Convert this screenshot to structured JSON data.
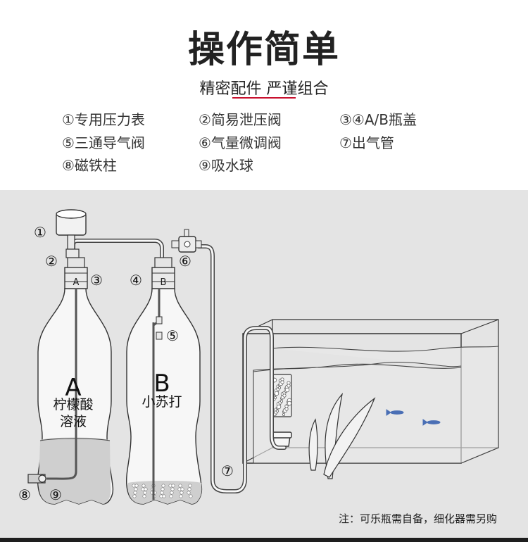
{
  "header": {
    "title": "操作简单",
    "subtitle": "精密配件 严谨组合"
  },
  "parts": [
    "①专用压力表",
    "②简易泄压阀",
    "③④A/B瓶盖",
    "⑤三通导气阀",
    "⑥气量微调阀",
    "⑦出气管",
    "⑧磁铁柱",
    "⑨吸水球"
  ],
  "diagram": {
    "callouts": [
      "①",
      "②",
      "③",
      "④",
      "⑤",
      "⑥",
      "⑦",
      "⑧",
      "⑨"
    ],
    "bottle_a": {
      "letter": "A",
      "label_line1": "柠檬酸",
      "label_line2": "溶液",
      "cap_mark": "A"
    },
    "bottle_b": {
      "letter": "B",
      "label": "小苏打",
      "cap_mark": "B"
    },
    "note": "注：可乐瓶需自备，细化器需另购"
  },
  "colors": {
    "panel_bg": "#e4e4e4",
    "underline": "#c8102e",
    "fish": "#4a6fb5"
  }
}
